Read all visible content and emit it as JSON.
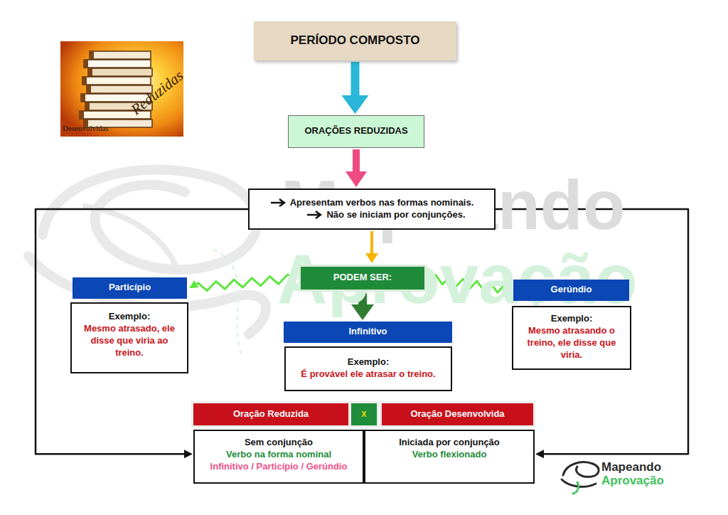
{
  "diagram": {
    "nodes": [
      {
        "text": [
          "PERÍODO COMPOSTO"
        ]
      },
      {
        "text": [
          "ORAÇÕES REDUZIDAS"
        ]
      },
      {
        "text": [
          "Apresentam verbos nas formas nominais.",
          "Não se iniciam por conjunções."
        ]
      },
      {
        "text": [
          "PODEM SER:"
        ]
      },
      {
        "text": [
          "Particípio"
        ]
      },
      {
        "text": [
          "Exemplo:",
          "Mesmo atrasado, ele disse que viria ao treino."
        ]
      },
      {
        "text": [
          "Infinitivo"
        ]
      },
      {
        "text": [
          "Exemplo:",
          "É provável ele atrasar o treino."
        ]
      },
      {
        "text": [
          "Gerúndio"
        ]
      },
      {
        "text": [
          "Exemplo:",
          "Mesmo atrasando o treino, ele disse que viria."
        ]
      },
      {
        "text": [
          "Oração Reduzida"
        ]
      },
      {
        "text": [
          "X"
        ]
      },
      {
        "text": [
          "Oração Desenvolvida"
        ]
      },
      {
        "text": [
          "Sem conjunção",
          "Verbo na forma nominal",
          "Infinitivo / Particípio / Gerúndio"
        ]
      },
      {
        "text": [
          "Iniciada por conjunção",
          "Verbo flexionado"
        ]
      }
    ],
    "edges": [
      {
        "from": 0,
        "to": 1,
        "arrow": "to"
      },
      {
        "from": 1,
        "to": 2,
        "arrow": "to"
      },
      {
        "from": 2,
        "to": 3,
        "arrow": "to"
      },
      {
        "from": 3,
        "to": 6,
        "arrow": "to"
      },
      {
        "from": 3,
        "to": 4,
        "arrow": "to"
      },
      {
        "from": 3,
        "to": 8,
        "arrow": "to"
      },
      {
        "from": 2,
        "to": 13,
        "arrow": "to"
      },
      {
        "from": 2,
        "to": 14,
        "arrow": "to"
      }
    ],
    "labels": [
      "Reduzidas",
      "Desenvolvidas",
      "Mapeando",
      "Aprovação",
      "Mapeando",
      "Aprovação"
    ]
  }
}
